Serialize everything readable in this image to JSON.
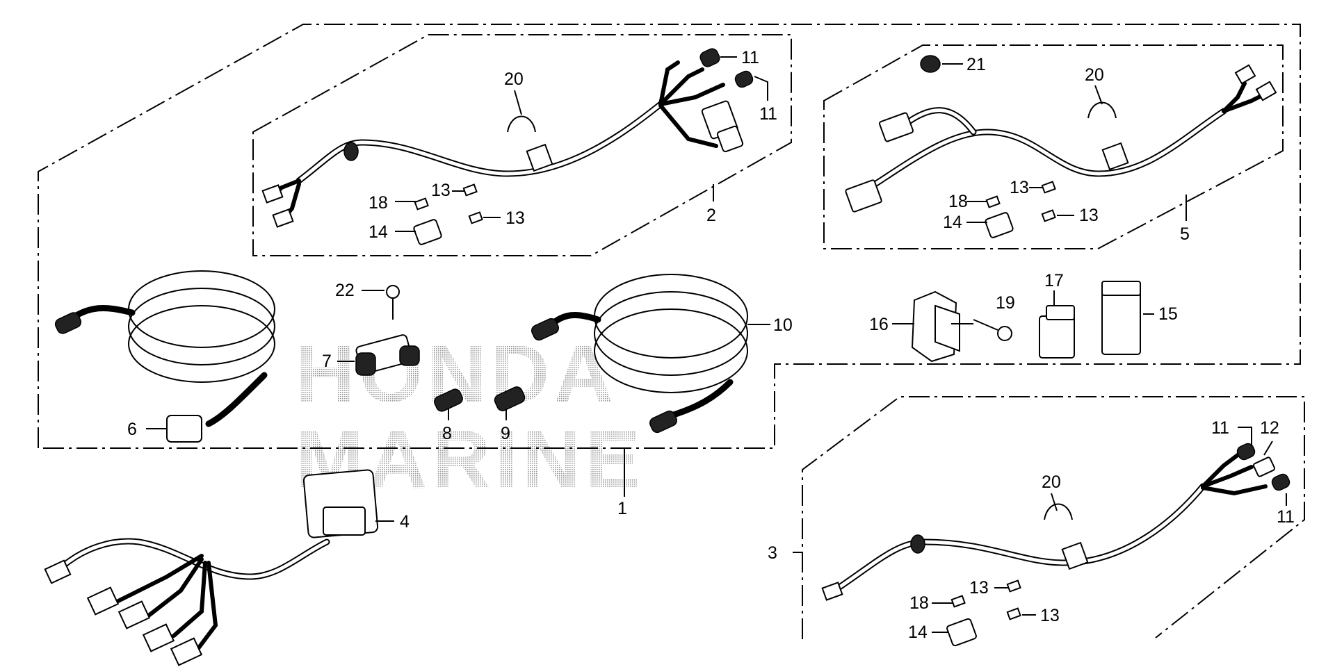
{
  "watermark": {
    "line1": "HONDA",
    "line2": "MARINE"
  },
  "callouts": {
    "c1": "1",
    "c2": "2",
    "c3": "3",
    "c4": "4",
    "c5": "5",
    "c6": "6",
    "c7": "7",
    "c8": "8",
    "c9": "9",
    "c10": "10",
    "c11": "11",
    "c12": "12",
    "c13": "13",
    "c14": "14",
    "c15": "15",
    "c16": "16",
    "c17": "17",
    "c18": "18",
    "c19": "19",
    "c20": "20",
    "c21": "21",
    "c22": "22"
  }
}
